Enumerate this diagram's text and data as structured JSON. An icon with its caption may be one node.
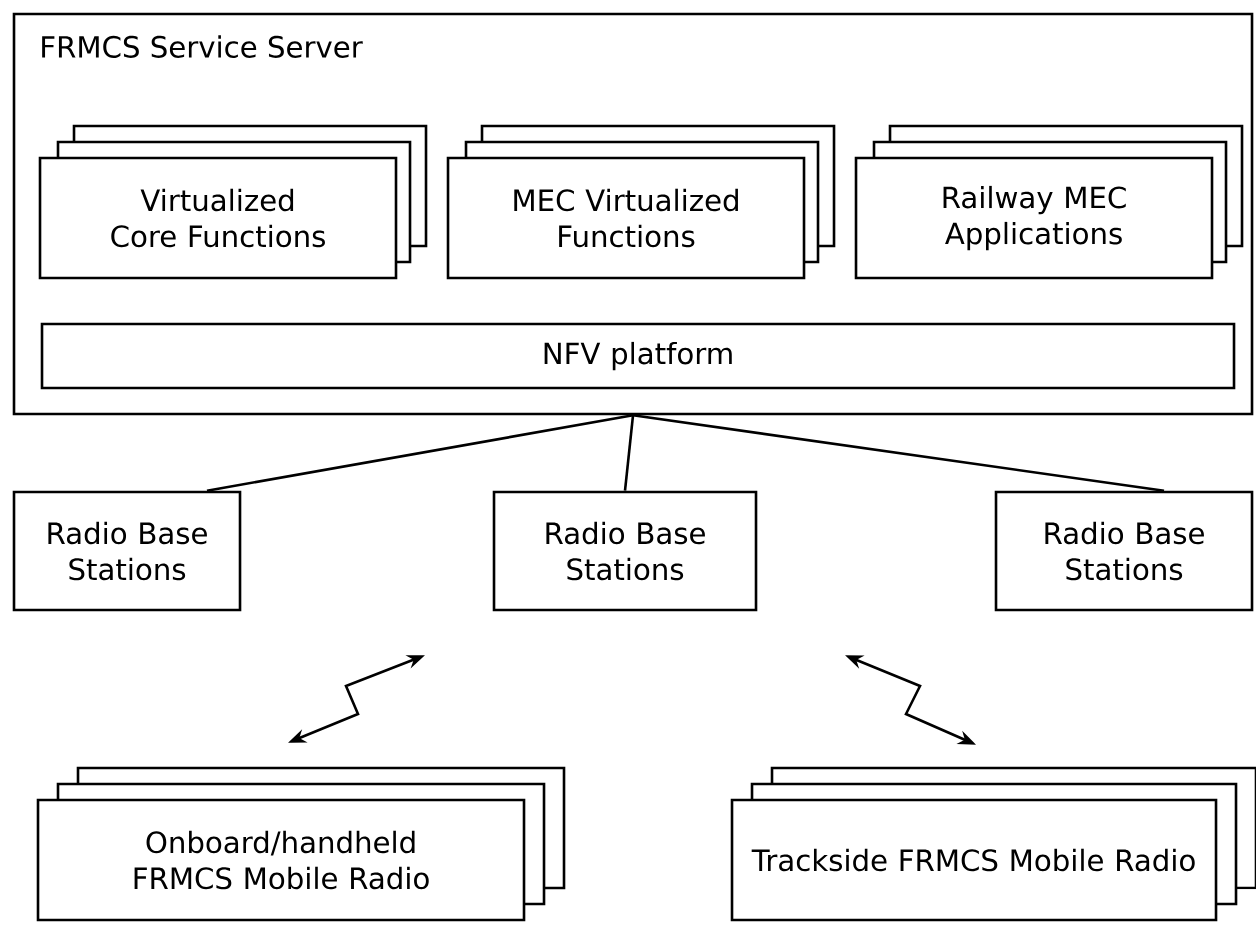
{
  "diagram": {
    "nodes": [
      {
        "text": [
          "FRMCS Service Server"
        ]
      },
      {
        "text": [
          "Virtualized Core Functions"
        ],
        "in": 0
      },
      {
        "text": [
          "MEC Virtualized Functions"
        ],
        "in": 0
      },
      {
        "text": [
          "Railway MEC Applications"
        ],
        "in": 0
      },
      {
        "text": [
          "NFV platform"
        ],
        "in": 0
      },
      {
        "text": [
          "Radio Base Stations"
        ]
      },
      {
        "text": [
          "Radio Base Stations"
        ]
      },
      {
        "text": [
          "Radio Base Stations"
        ]
      },
      {
        "text": [
          "Onboard/handheld FRMCS Mobile Radio"
        ]
      },
      {
        "text": [
          "Trackside FRMCS Mobile Radio"
        ]
      }
    ],
    "edges": [
      {
        "from": 0,
        "to": 5,
        "arrow": "none"
      },
      {
        "from": 0,
        "to": 6,
        "arrow": "none"
      },
      {
        "from": 0,
        "to": 7,
        "arrow": "none"
      },
      {
        "from": 6,
        "to": 8,
        "arrow": "both"
      },
      {
        "from": 6,
        "to": 9,
        "arrow": "both"
      }
    ]
  }
}
